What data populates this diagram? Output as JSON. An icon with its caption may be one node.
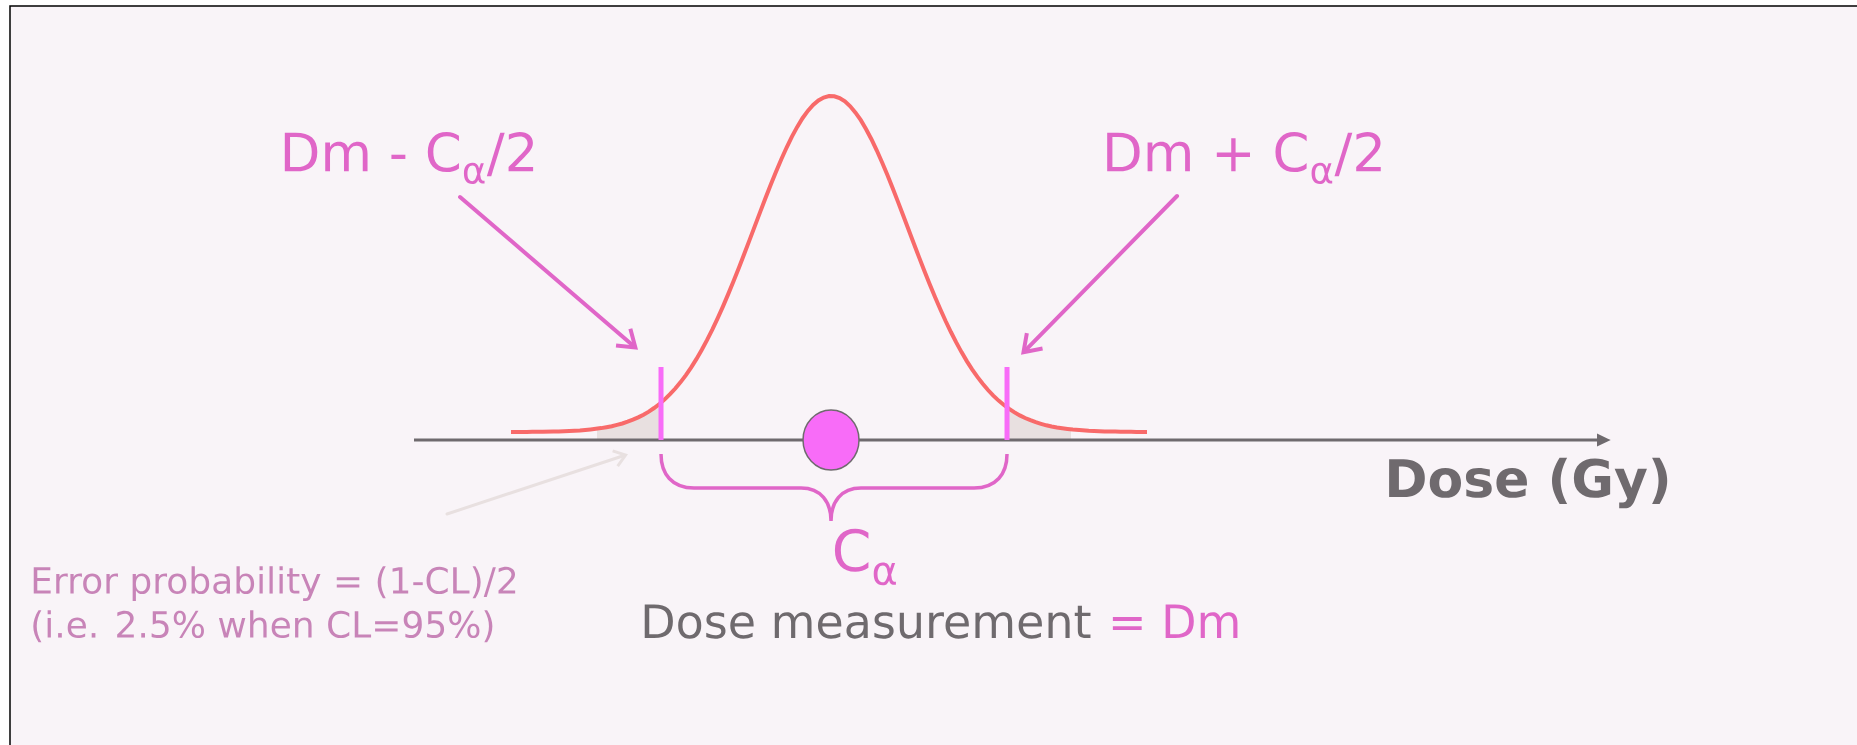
{
  "diagram": {
    "nodes": [
      {
        "text": [
          "Dm - C$_{α}$/2"
        ]
      },
      {
        "text": [],
        "shape": "bar"
      },
      {
        "text": [
          "Dm + C$_{α}$/2"
        ]
      },
      {
        "text": [],
        "shape": "bar"
      },
      {
        "text": [
          "Error probability = (1-CL)/2",
          "(i.e. 2.5% when CL=95%)"
        ]
      }
    ],
    "edges": [
      {
        "from": 0,
        "to": 1,
        "arrow": "to"
      },
      {
        "from": 2,
        "to": 3,
        "arrow": "to"
      },
      {
        "from": 4,
        "to": 1,
        "arrow": "to",
        "color": "#e8e0e0"
      }
    ],
    "labels": [
      "Dose (Gy)",
      "C$_{α}$",
      "Dose measurement",
      "= Dm"
    ]
  }
}
